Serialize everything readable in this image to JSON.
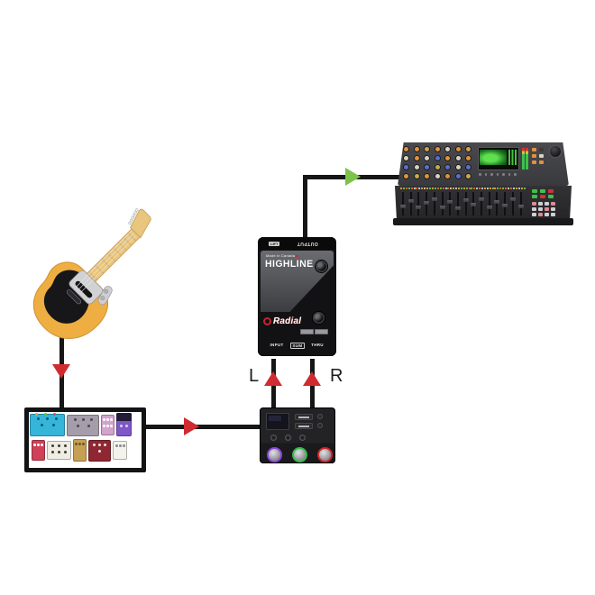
{
  "diagram": {
    "channel_labels": {
      "left": "L",
      "right": "R"
    }
  },
  "di_box": {
    "brand": "Radial",
    "model": "HIGHLINE",
    "origin": "Made in Canada",
    "ports": {
      "lift": "LIFT",
      "output": "OUTPUT",
      "input": "INPUT",
      "sum": "SUM",
      "thru": "THRU"
    }
  },
  "colors": {
    "cable": "#161616",
    "arrow_red": "#cf2b31",
    "arrow_green": "#7dc24b",
    "guitar_body": "#efae41",
    "di_panel_gray": "#5d5f64",
    "mixer_body": "#3c3c3f",
    "mixer_screen_green": "#54d147",
    "fx_footswitch_rings": [
      "#8a46d8",
      "#2fbf46",
      "#d2252c"
    ],
    "pedalboard_pedals": [
      "#35b5d9",
      "#a59daa",
      "#d2a3cc",
      "#7e57c8",
      "#cf4156",
      "#efece4",
      "#c6a052",
      "#8e2732",
      "#f4f2ec"
    ],
    "mixer_knob_rows": [
      [
        "#e2923c",
        "#e2923c",
        "#caa84e",
        "#e2923c",
        "#d8d2c4",
        "#e2923c",
        "#caa84e"
      ],
      [
        "#d8d2c4",
        "#e2923c",
        "#d8d2c4",
        "#5a6fd0",
        "#e2923c",
        "#d8d2c4",
        "#e2923c"
      ],
      [
        "#5a6fd0",
        "#d8d2c4",
        "#5a6fd0",
        "#caa84e",
        "#5a6fd0",
        "#d8d2c4",
        "#5a6fd0"
      ],
      [
        "#e2923c",
        "#caa84e",
        "#e2923c",
        "#d8d2c4",
        "#e2923c",
        "#5a6fd0",
        "#caa84e"
      ]
    ],
    "mixer_fader_leds": [
      "#d9a43a",
      "#6fc24a",
      "#d96a2e",
      "#c8c8cc"
    ],
    "mixer_deck_buttons": [
      "#3cc24a",
      "#3cc24a",
      "#d03038",
      "#3cc24a",
      "#d03038",
      "#3cc24a"
    ],
    "mixer_small_buttons": [
      "#e2923c",
      "#3a3a3c",
      "#e2923c",
      "#d8d2c4",
      "#e2923c",
      "#e2923c"
    ]
  }
}
